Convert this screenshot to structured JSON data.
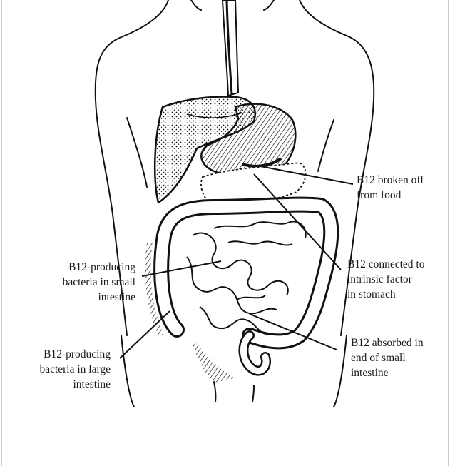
{
  "labels": {
    "broken_off": {
      "lines": [
        "B12 broken off",
        "from food"
      ]
    },
    "intrinsic_factor": {
      "lines": [
        "B12 connected to",
        "intrinsic factor",
        "in stomach"
      ]
    },
    "small_intestine_bacteria": {
      "lines": [
        "B12-producing",
        "bacteria in small",
        "intestine"
      ]
    },
    "large_intestine_bacteria": {
      "lines": [
        "B12-producing",
        "bacteria in large",
        "intestine"
      ]
    },
    "absorbed": {
      "lines": [
        "B12 absorbed in",
        "end of small",
        "intestine"
      ]
    }
  },
  "colors": {
    "ink": "#111111",
    "paper": "#ffffff",
    "text": "#1a1a1a"
  }
}
